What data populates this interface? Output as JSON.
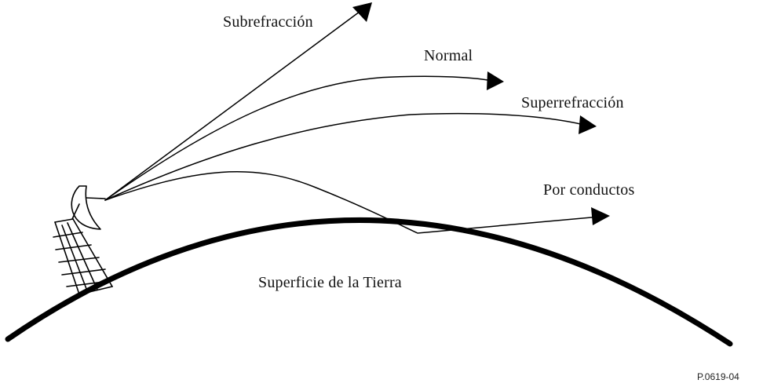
{
  "diagram": {
    "labels": {
      "subrefraccion": "Subrefracción",
      "normal": "Normal",
      "superrefraccion": "Superrefracción",
      "por_conductos": "Por conductos",
      "superficie": "Superficie de la Tierra"
    },
    "figure_id": "P.0619-04"
  }
}
